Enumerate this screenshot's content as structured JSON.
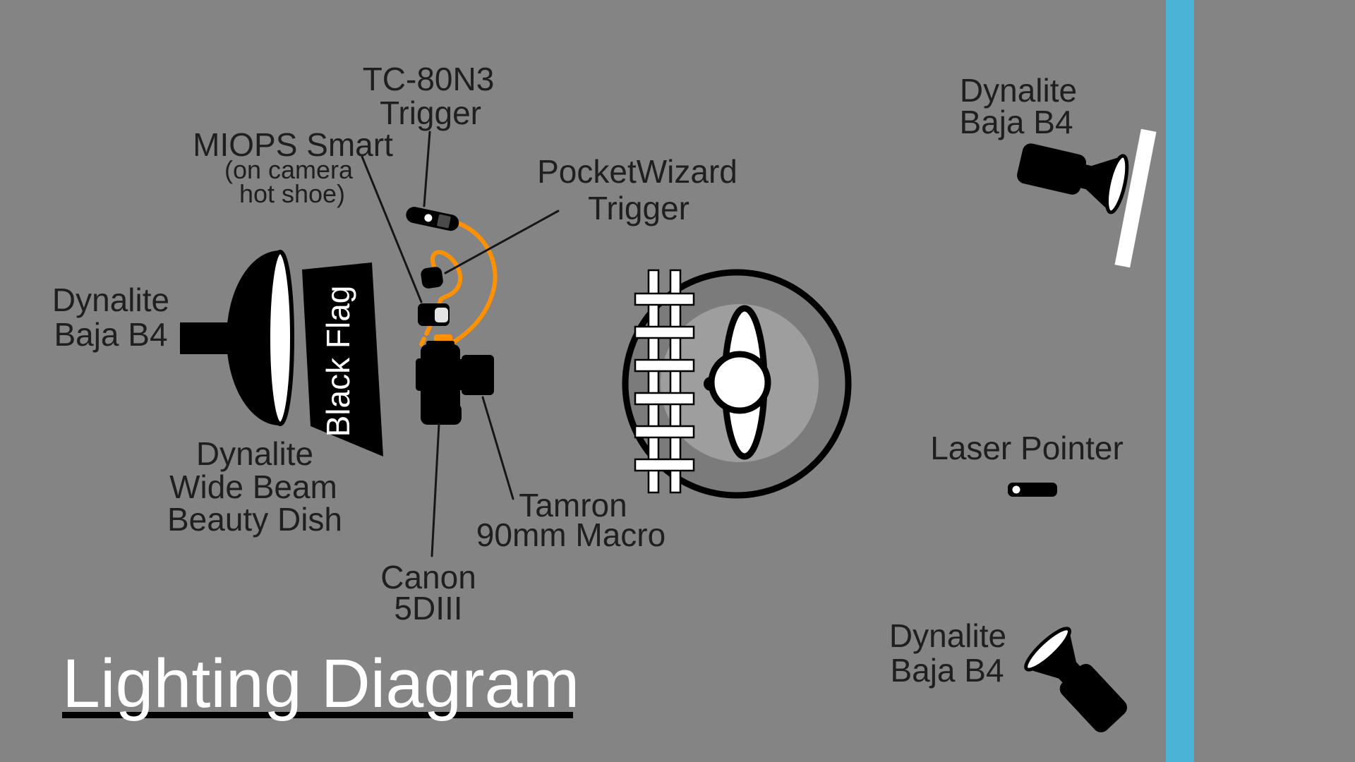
{
  "title": "Lighting Diagram",
  "colors": {
    "background": "#848484",
    "accent_stripe": "#4ab3d6",
    "cable_orange": "#ff9100",
    "subject_ring": "#7b7b7b",
    "subject_inner": "#9e9e9e",
    "device_black": "#000000",
    "label_text": "#1f1f1f",
    "title_text": "#ffffff"
  },
  "labels": {
    "tc80n3": {
      "line1": "TC-80N3",
      "line2": "Trigger"
    },
    "miops": {
      "line1": "MIOPS Smart",
      "line2": "(on camera",
      "line3": "hot shoe)"
    },
    "pocketwizard": {
      "line1": "PocketWizard",
      "line2": "Trigger"
    },
    "key_light": {
      "line1": "Dynalite",
      "line2": "Baja B4"
    },
    "beauty_dish": {
      "line1": "Dynalite",
      "line2": "Wide Beam",
      "line3": "Beauty Dish"
    },
    "black_flag": "Black Flag",
    "camera": {
      "line1": "Canon",
      "line2": "5DIII"
    },
    "lens": {
      "line1": "Tamron",
      "line2": "90mm Macro"
    },
    "rim_light_top": {
      "line1": "Dynalite",
      "line2": "Baja B4"
    },
    "laser_pointer": "Laser Pointer",
    "rim_light_bottom": {
      "line1": "Dynalite",
      "line2": "Baja B4"
    }
  }
}
